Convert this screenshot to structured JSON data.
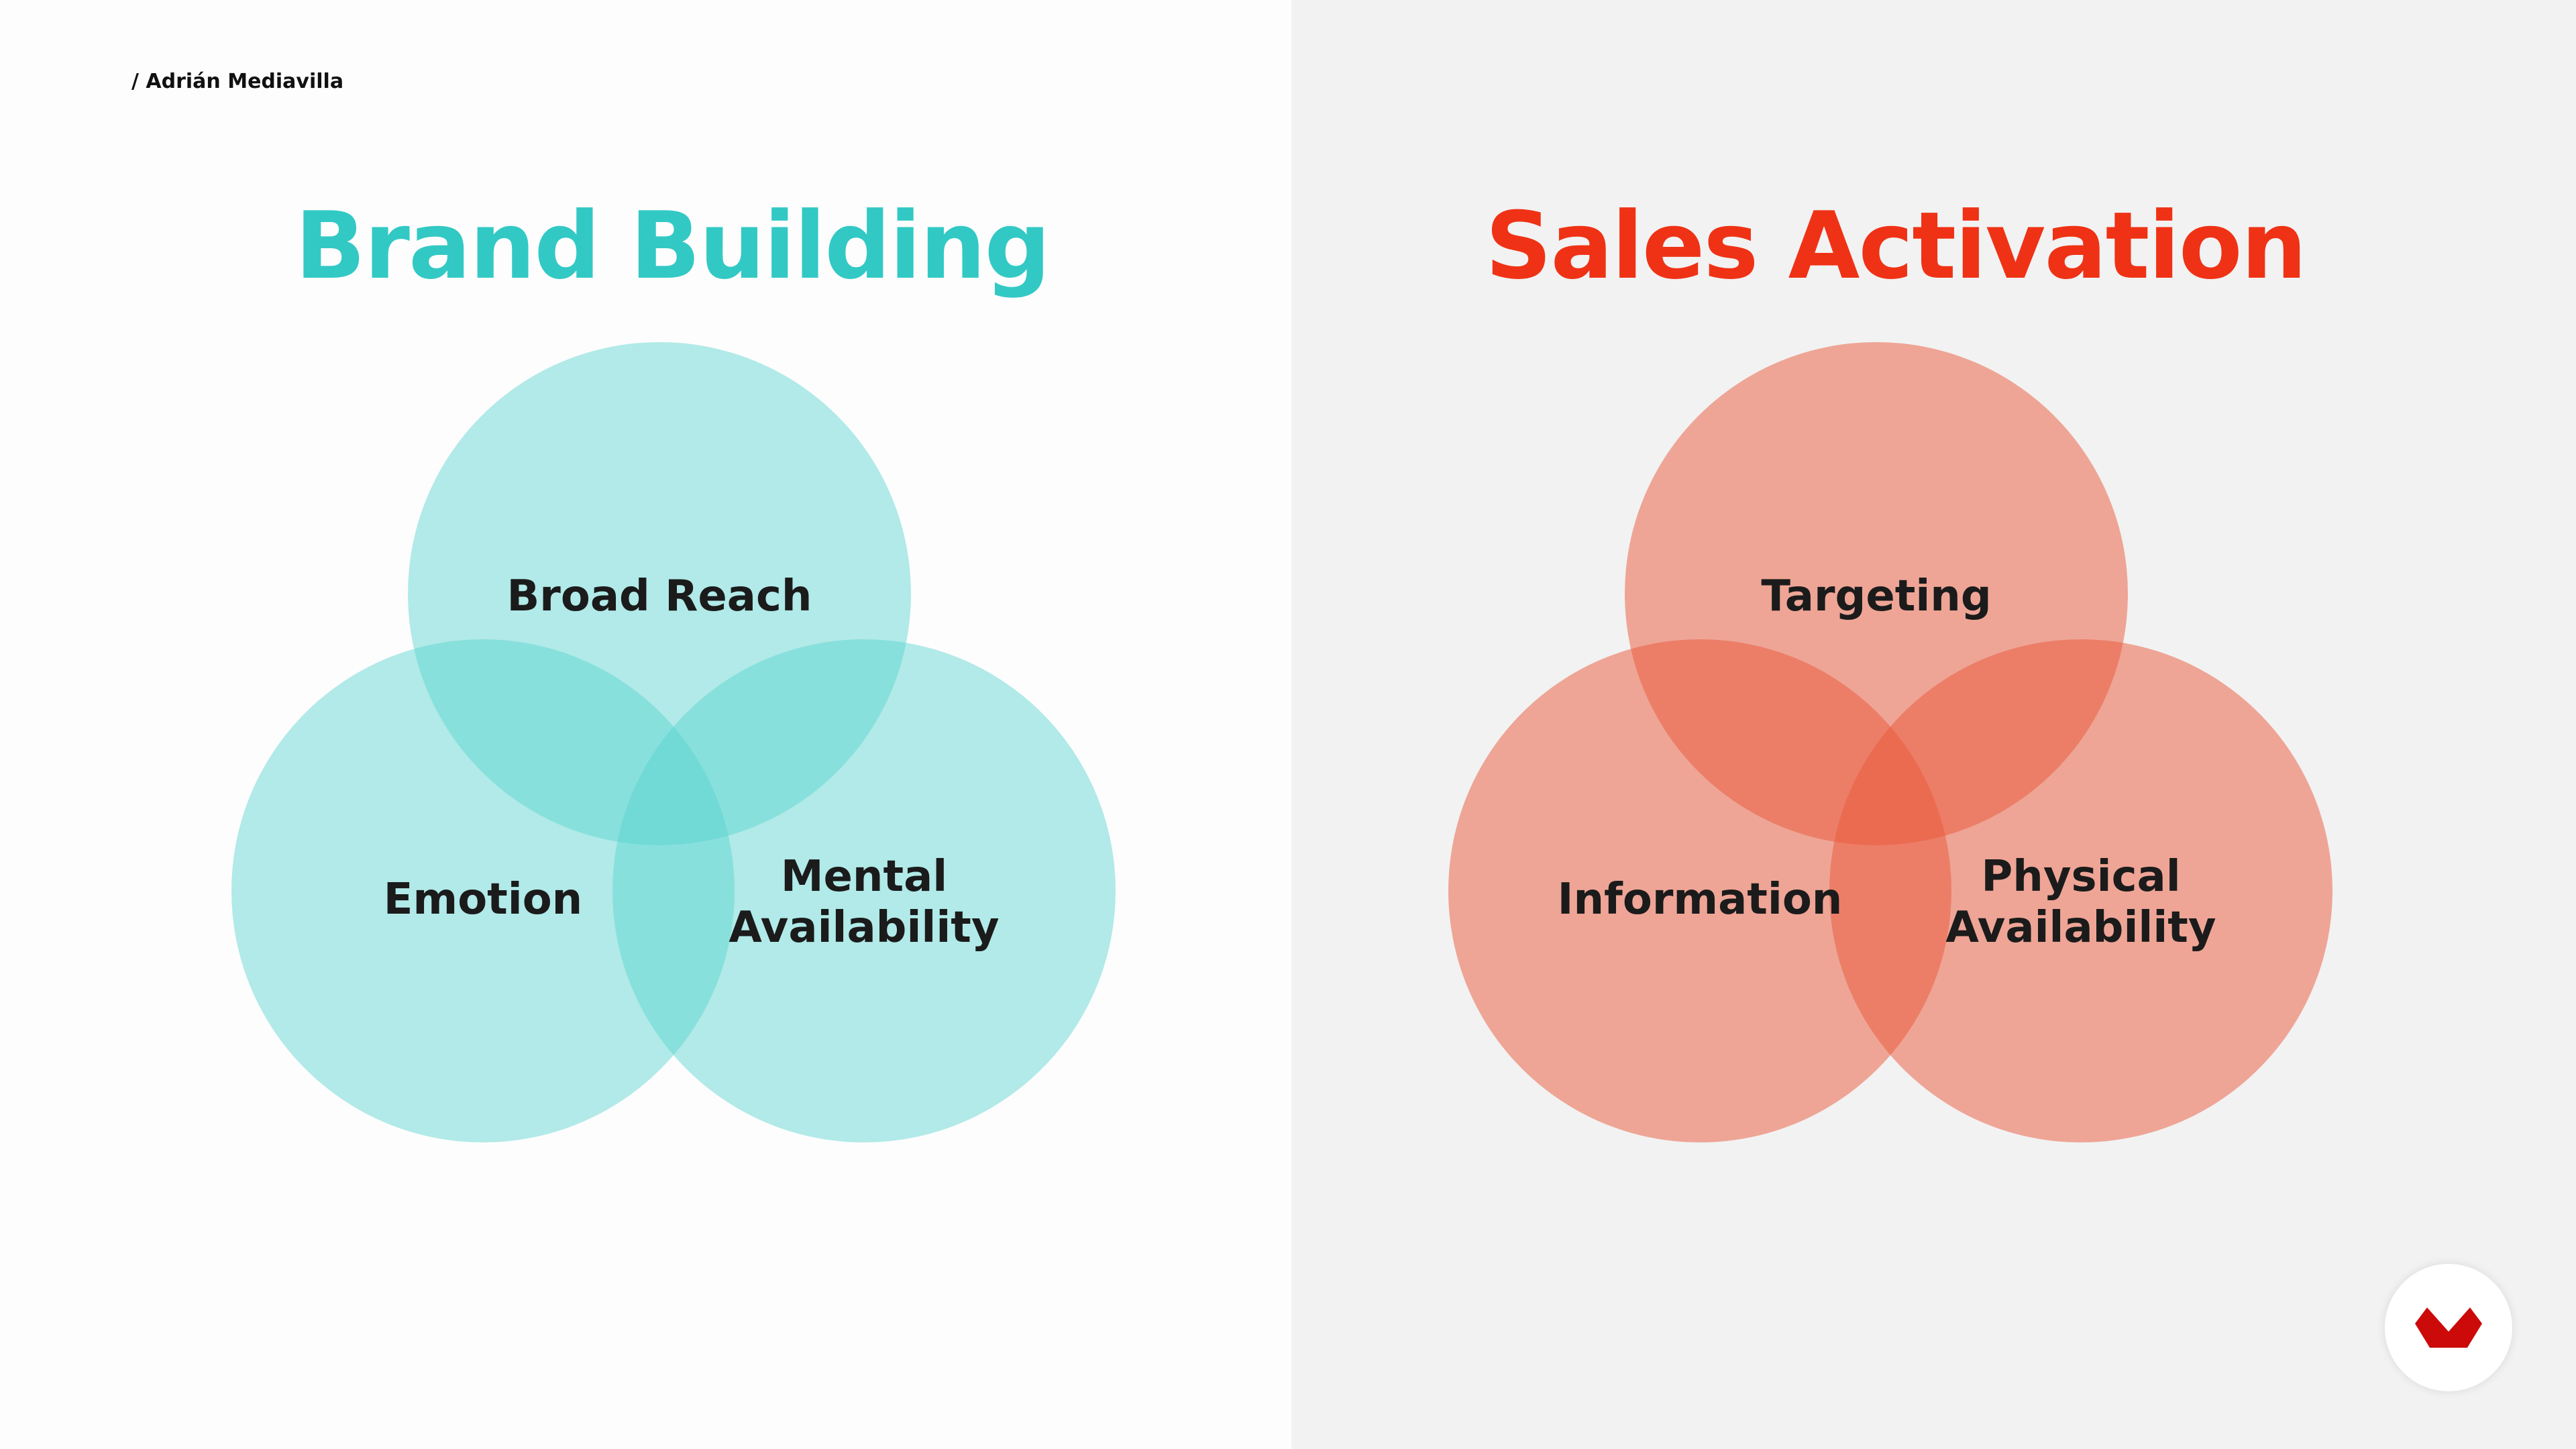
{
  "author": "/ Adrián Mediavilla",
  "colors": {
    "brand_building": "#32c9c5",
    "sales_activation": "#ef3215",
    "logo": "#cc0a0a"
  },
  "diagrams": [
    {
      "title": "Brand Building",
      "sets": [
        {
          "label": "Broad Reach"
        },
        {
          "label": "Emotion"
        },
        {
          "label_lines": [
            "Mental",
            "Availability"
          ]
        }
      ]
    },
    {
      "title": "Sales Activation",
      "sets": [
        {
          "label": "Targeting"
        },
        {
          "label": "Information"
        },
        {
          "label_lines": [
            "Physical",
            "Availability"
          ]
        }
      ]
    }
  ],
  "logo": {
    "icon": "brand-logo-icon"
  }
}
